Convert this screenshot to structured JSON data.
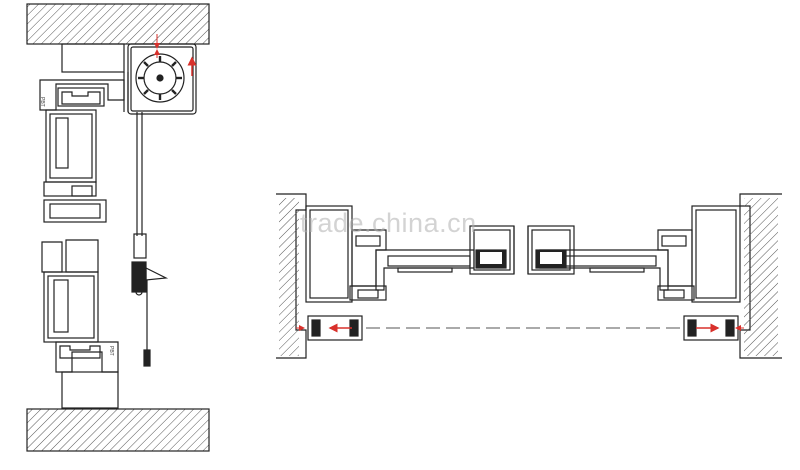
{
  "watermark": "trade.china.cn",
  "side_section": {
    "profile_labels": [
      "PBT",
      "PBT"
    ]
  },
  "colors": {
    "line": "#222222",
    "hatch": "#555555",
    "arrow": "#d9302b",
    "dash": "#555555",
    "watermark": "#b0b0b0"
  }
}
